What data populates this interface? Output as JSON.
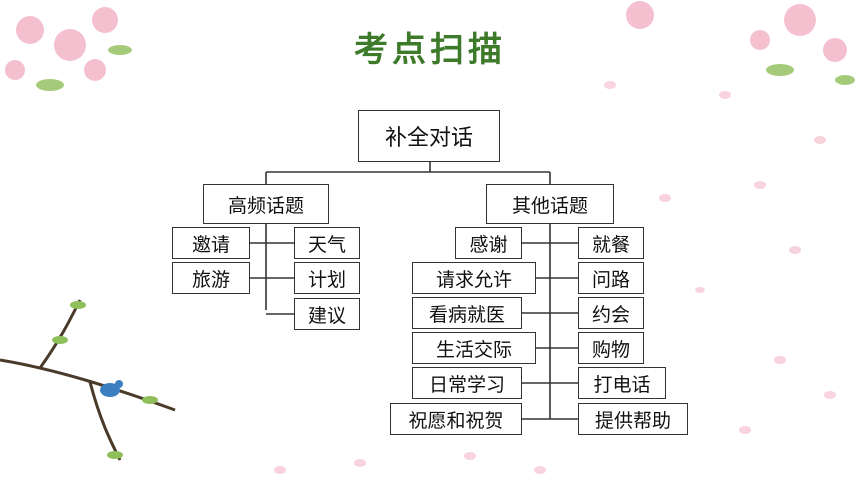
{
  "title": "考点扫描",
  "root": "补全对话",
  "left": {
    "label": "高频话题",
    "col1": [
      "邀请",
      "旅游"
    ],
    "col2": [
      "天气",
      "计划",
      "建议"
    ]
  },
  "right": {
    "label": "其他话题",
    "col1": [
      "感谢",
      "请求允许",
      "看病就医",
      "生活交际",
      "日常学习",
      "祝愿和祝贺"
    ],
    "col2": [
      "就餐",
      "问路",
      "约会",
      "购物",
      "打电话",
      "提供帮助"
    ]
  },
  "colors": {
    "title": "#3d7a2a",
    "line": "#333333",
    "blossom": "#f3b6c8",
    "leaf": "#8fbf5a"
  }
}
